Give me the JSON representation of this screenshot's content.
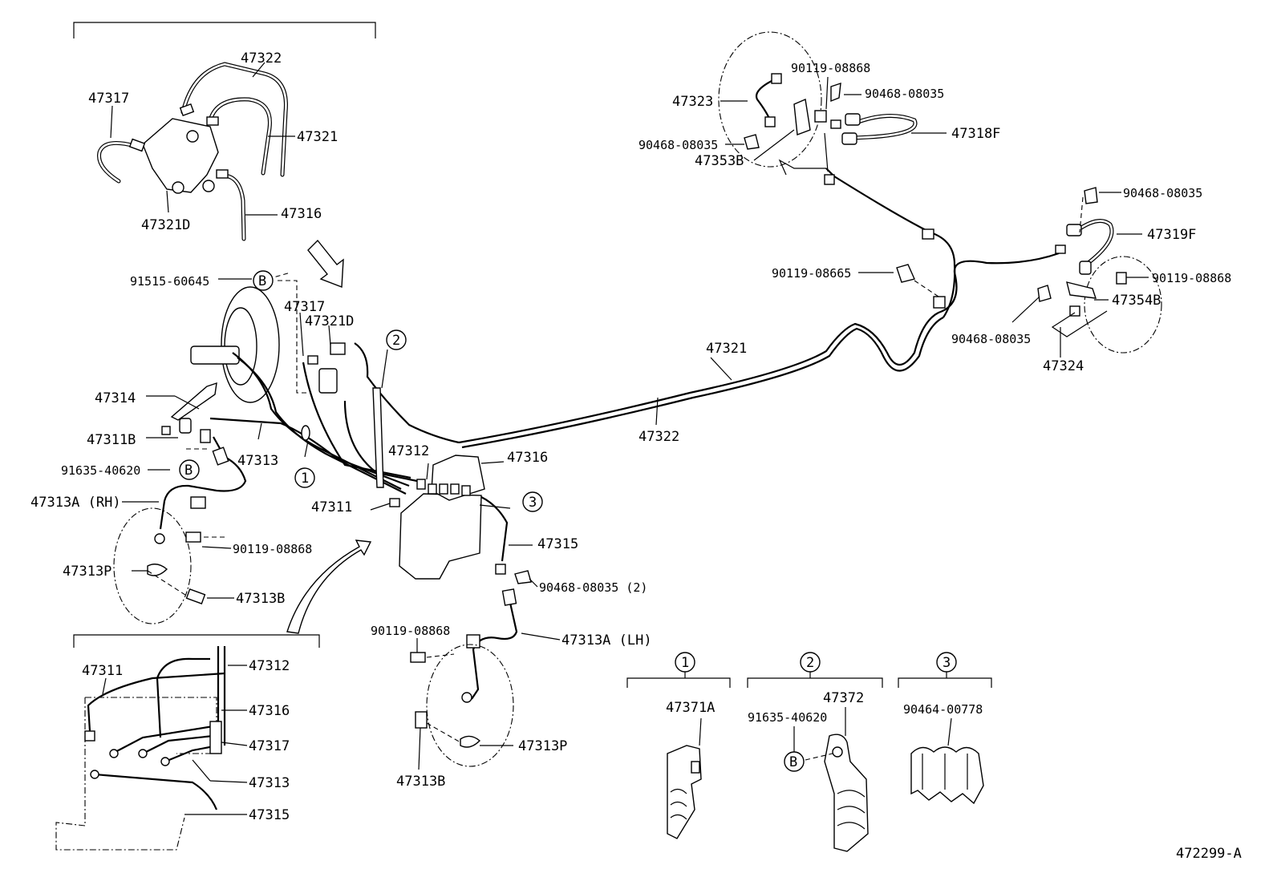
{
  "diagram_code": "472299-A",
  "labels": {
    "inset_top": {
      "p47322": "47322",
      "p47317": "47317",
      "p47321": "47321",
      "p47321D": "47321D",
      "p47316": "47316"
    },
    "main_left": {
      "p91515": "91515-60645",
      "b_marker_1": "B",
      "p47317": "47317",
      "p47321D": "47321D",
      "p47314": "47314",
      "p47311B": "47311B",
      "p91635": "91635-40620",
      "b_marker_2": "B",
      "p47313": "47313",
      "p47313A_RH": "47313A (RH)",
      "p90119_a": "90119-08868",
      "p47313P": "47313P",
      "p47313B": "47313B",
      "clamp_1": "1",
      "clamp_2": "2"
    },
    "main_center": {
      "p47312": "47312",
      "p47316": "47316",
      "p47311": "47311",
      "clamp_3": "3",
      "p47315": "47315",
      "p90468_2": "90468-08035 (2)",
      "p90119_b": "90119-08868",
      "p47313A_LH": "47313A (LH)",
      "p47313P": "47313P",
      "p47313B": "47313B",
      "p47321": "47321",
      "p47322": "47322"
    },
    "rear_top": {
      "p90119_c": "90119-08868",
      "p90468_a": "90468-08035",
      "p47323": "47323",
      "p90468_b": "90468-08035",
      "p47318F": "47318F",
      "p47353B": "47353B"
    },
    "rear_right": {
      "p90468_c": "90468-08035",
      "p47319F": "47319F",
      "p90119_d": "90119-08665",
      "p90119_e": "90119-08868",
      "p47354B": "47354B",
      "p90468_d": "90468-08035",
      "p47324": "47324"
    },
    "inset_bottom": {
      "p47311": "47311",
      "p47312": "47312",
      "p47316": "47316",
      "p47317": "47317",
      "p47313": "47313",
      "p47315": "47315"
    },
    "clamp_details": {
      "c1_num": "1",
      "c1_part": "47371A",
      "c2_num": "2",
      "c2_part": "47372",
      "c2_bolt": "91635-40620",
      "c2_b": "B",
      "c3_num": "3",
      "c3_part": "90464-00778"
    }
  }
}
